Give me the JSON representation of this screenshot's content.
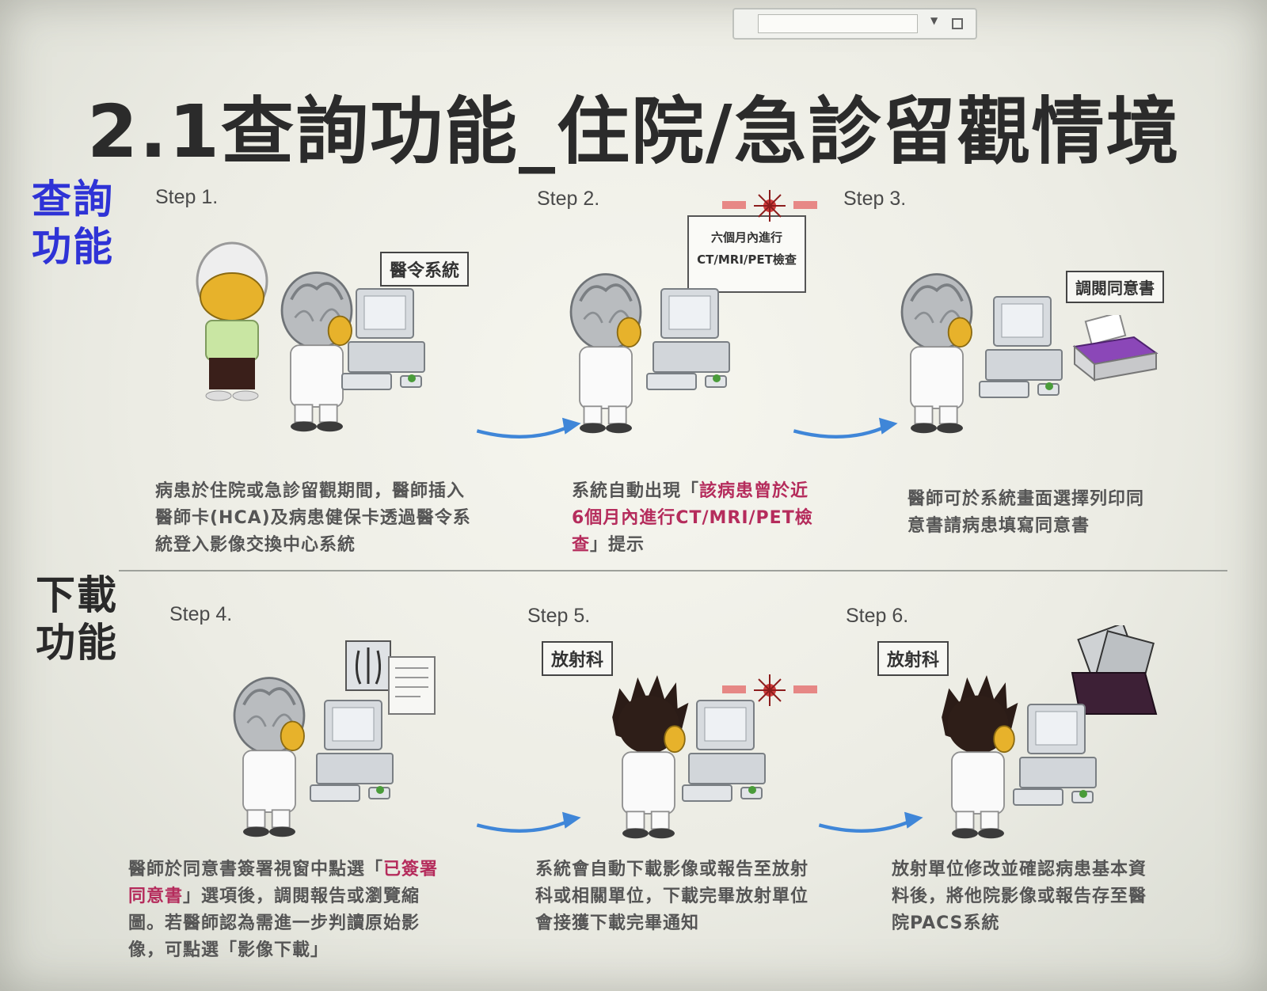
{
  "title": "2.1查詢功能_住院/急診留觀情境",
  "sections": {
    "query_label": "查詢功能",
    "download_label": "下載功能"
  },
  "steps": [
    {
      "label": "Step 1.",
      "sign": "醫令系統",
      "desc": [
        "病患於住院或急診留觀期間，醫師插入",
        "醫師卡(HCA)及病患健保卡透過醫令系",
        "統登入影像交換中心系統"
      ]
    },
    {
      "label": "Step 2.",
      "callout": [
        "六個月內進行",
        "CT/MRI/PET檢查"
      ],
      "desc_pre": "系統自動出現「",
      "desc_hl1": "該病患曾於近",
      "desc_hl2": "6個月內進行CT/MRI/PET檢",
      "desc_hl3": "查",
      "desc_post": "」提示"
    },
    {
      "label": "Step 3.",
      "sign": "調閱同意書",
      "desc": [
        "醫師可於系統畫面選擇列印同",
        "意書請病患填寫同意書"
      ]
    },
    {
      "label": "Step 4.",
      "desc_pre": "醫師於同意書簽署視窗中點選「",
      "desc_hl1": "已簽署",
      "desc_hl2": "同意書",
      "desc_mid": "」選項後，調閱報告或瀏覽縮",
      "desc_l3": "圖。若醫師認為需進一步判讀原始影",
      "desc_l4": "像，可點選「影像下載」"
    },
    {
      "label": "Step 5.",
      "sign": "放射科",
      "desc": [
        "系統會自動下載影像或報告至放射",
        "科或相關單位，下載完畢放射單位",
        "會接獲下載完畢通知"
      ]
    },
    {
      "label": "Step 6.",
      "sign": "放射科",
      "desc": [
        "放射單位修改並確認病患基本資",
        "料後，將他院影像或報告存至醫",
        "院PACS系統"
      ]
    }
  ],
  "colors": {
    "query_label": "#2f33d6",
    "highlight": "#b52c5c",
    "arrow": "#3f86d8"
  }
}
